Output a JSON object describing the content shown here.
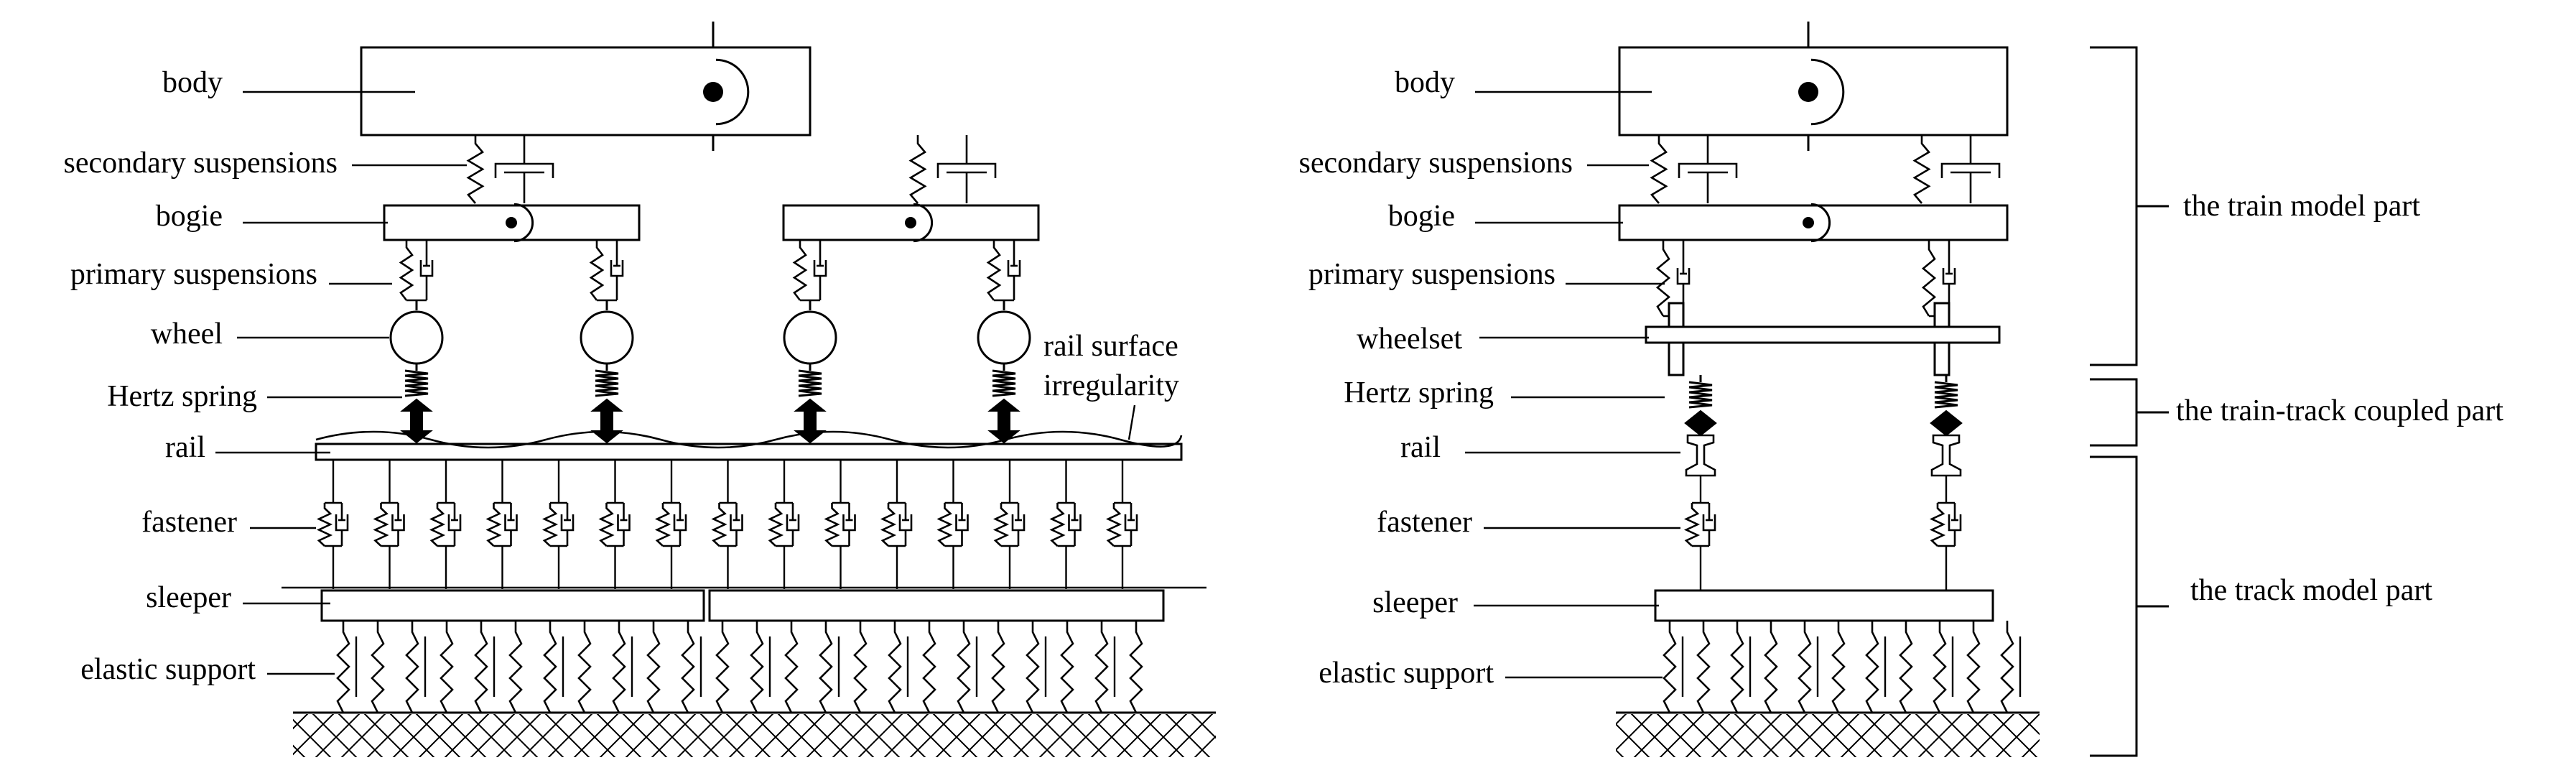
{
  "left_labels": {
    "body": "body",
    "secondary": "secondary suspensions",
    "bogie": "bogie",
    "primary": "primary suspensions",
    "wheel": "wheel",
    "hertz": "Hertz spring",
    "rail": "rail",
    "fastener": "fastener",
    "sleeper": "sleeper",
    "elastic": "elastic support",
    "rail_surface_1": "rail surface",
    "rail_surface_2": "irregularity"
  },
  "right_labels": {
    "body": "body",
    "secondary": "secondary suspensions",
    "bogie": "bogie",
    "primary": "primary suspensions",
    "wheelset": "wheelset",
    "hertz": "Hertz spring",
    "rail": "rail",
    "fastener": "fastener",
    "sleeper": "sleeper",
    "elastic": "elastic support"
  },
  "parts": {
    "train": "the train model part",
    "coupled": "the train-track coupled part",
    "track": "the track model part"
  }
}
